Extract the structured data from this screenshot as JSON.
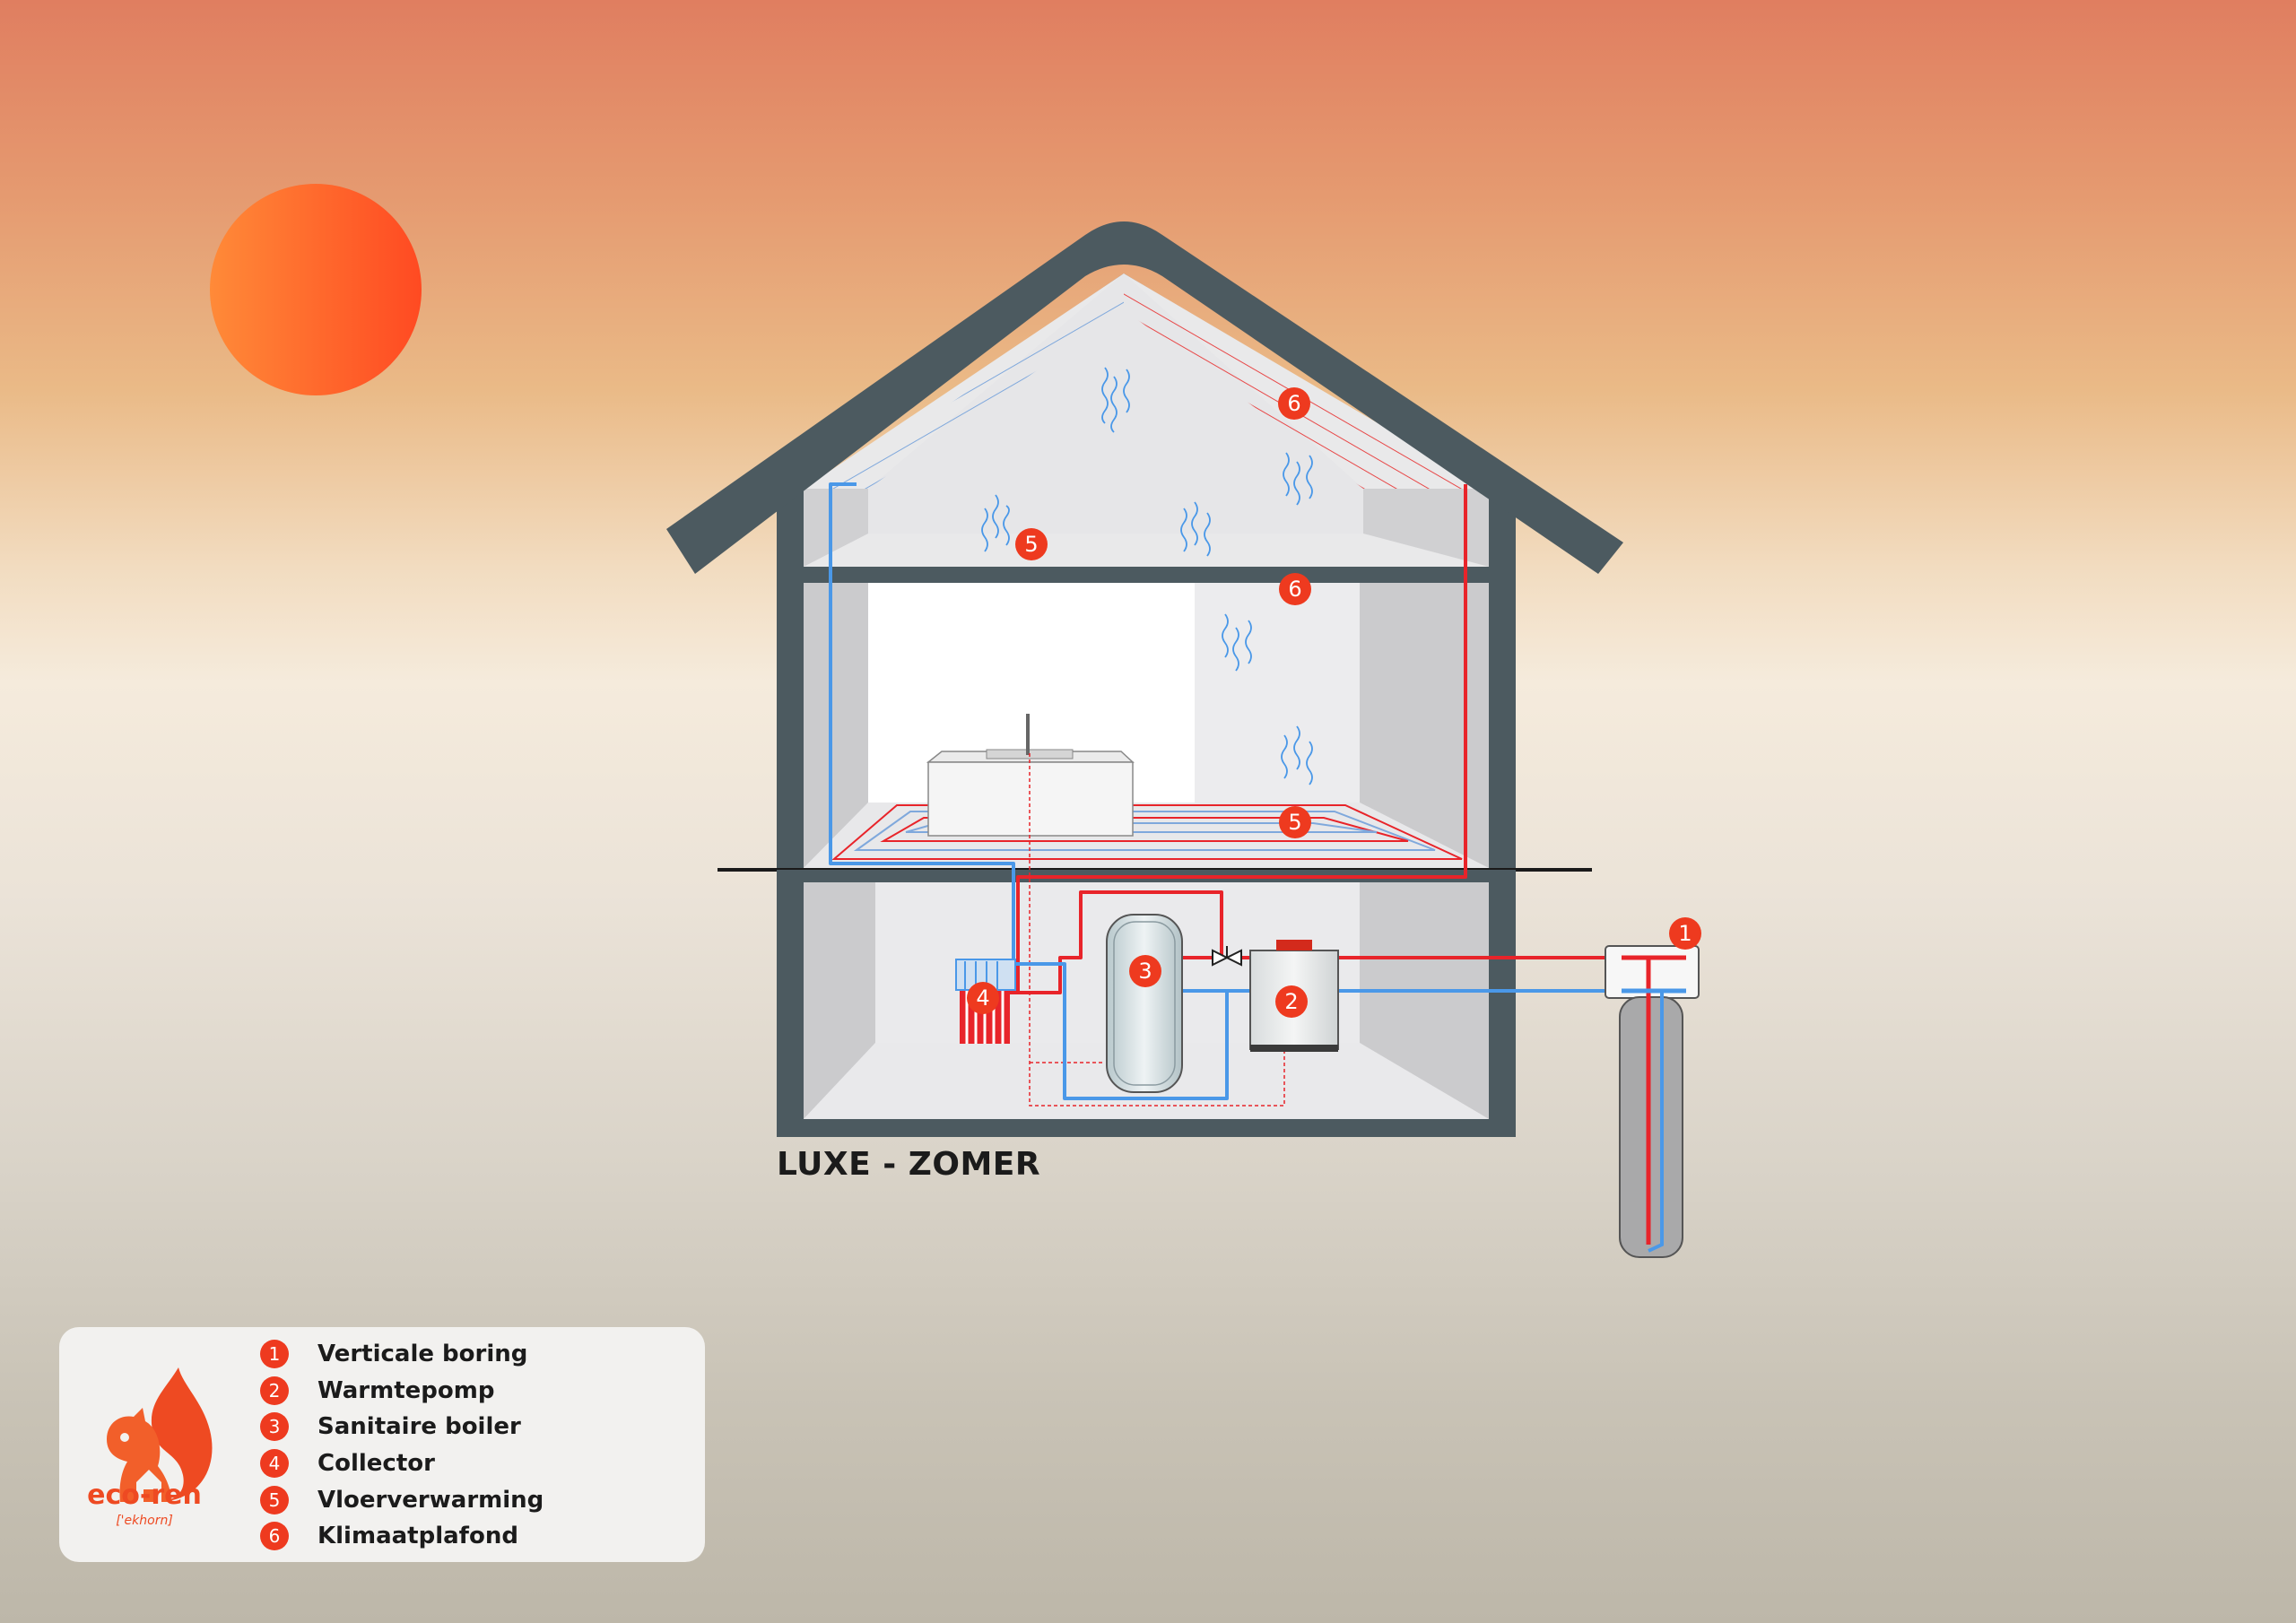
{
  "diagram": {
    "title": "LUXE - ZOMER",
    "colors": {
      "hot": "#e8242a",
      "cold": "#4a98e8",
      "marker": "#ee3a1f",
      "house": "#4c5a60",
      "sun": "#ff5a22"
    },
    "markers": [
      "1",
      "2",
      "3",
      "4",
      "5",
      "6"
    ]
  },
  "legend": {
    "logo": {
      "name": "eco-ren",
      "phonetic": "['ekhorn]"
    },
    "items": [
      {
        "number": "1",
        "label": "Verticale boring"
      },
      {
        "number": "2",
        "label": "Warmtepomp"
      },
      {
        "number": "3",
        "label": "Sanitaire boiler"
      },
      {
        "number": "4",
        "label": "Collector"
      },
      {
        "number": "5",
        "label": "Vloerverwarming"
      },
      {
        "number": "6",
        "label": "Klimaatplafond"
      }
    ]
  }
}
